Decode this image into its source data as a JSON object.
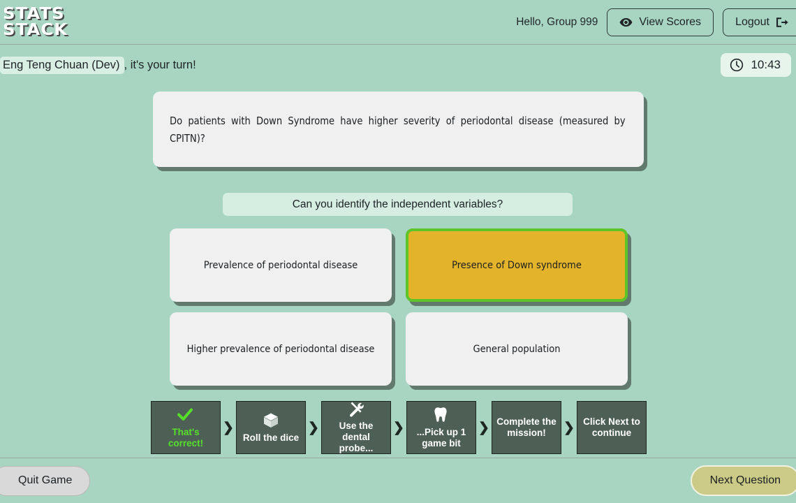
{
  "app": {
    "logo_line1": "STATS",
    "logo_line2": "STACK",
    "background_color": "#a8d5c2"
  },
  "header": {
    "greeting": "Hello, Group 999",
    "view_scores_label": "View Scores",
    "view_scores_icon": "eye-icon",
    "logout_label": "Logout",
    "logout_icon": "sign-out-icon"
  },
  "turn_bar": {
    "player_name": "Eng Teng Chuan (Dev)",
    "turn_suffix": ", it's your turn!",
    "timer_value": "10:43",
    "timer_icon": "clock-icon"
  },
  "main": {
    "question": "Do patients with Down Syndrome have higher severity of periodontal disease (measured by CPITN)?",
    "prompt": "Can you identify the independent variables?",
    "options": [
      {
        "label": "Prevalence of periodontal disease",
        "selected": false
      },
      {
        "label": "Presence of Down syndrome",
        "selected": true
      },
      {
        "label": "Higher prevalence of periodontal disease",
        "selected": false
      },
      {
        "label": "General population",
        "selected": false
      }
    ],
    "selected_fill_color": "#e3b429",
    "selected_border_color": "#5fc32a"
  },
  "steps": {
    "separator": "❯",
    "items": [
      {
        "label": "That's correct!",
        "icon": "check-icon",
        "state": "ok"
      },
      {
        "label": "Roll the dice",
        "icon": "dice-cube-icon",
        "state": "normal"
      },
      {
        "label": "Use the dental probe...",
        "icon": "tools-icon",
        "state": "normal"
      },
      {
        "label": "...Pick up 1 game bit",
        "icon": "tooth-icon",
        "state": "normal"
      },
      {
        "label": "Complete the mission!",
        "icon": "",
        "state": "normal"
      },
      {
        "label": "Click Next to continue",
        "icon": "",
        "state": "normal"
      }
    ],
    "correct_text_color": "#55e02a"
  },
  "footer": {
    "quit_label": "Quit Game",
    "next_label": "Next Question"
  }
}
